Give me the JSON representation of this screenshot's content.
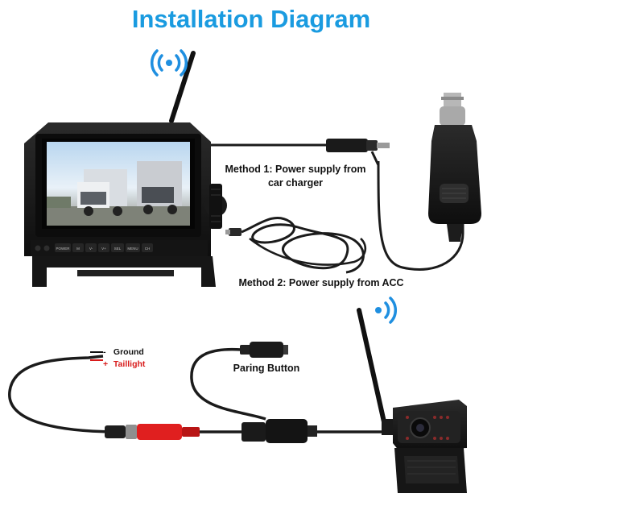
{
  "title": "Installation Diagram",
  "colors": {
    "title": "#1a9be0",
    "wifi": "#1f8fe0",
    "cable": "#1b1b1b",
    "device": "#161616",
    "connector_red": "#e01f1f",
    "taillight": "#d81b1b"
  },
  "labels": {
    "method1_line1": "Method 1: Power supply from",
    "method1_line2": "car charger",
    "method2": "Method 2: Power supply from ACC",
    "paring": "Paring Button",
    "ground_symbol": "-",
    "ground": "Ground",
    "taillight_symbol": "+",
    "taillight": "Taillight"
  },
  "monitor_buttons": [
    "POWER",
    "M",
    "V-",
    "V+",
    "SEL",
    "MENU",
    "CH"
  ],
  "icons": {
    "monitor_wifi": "wifi-signal-icon",
    "camera_wifi": "wifi-signal-icon"
  }
}
